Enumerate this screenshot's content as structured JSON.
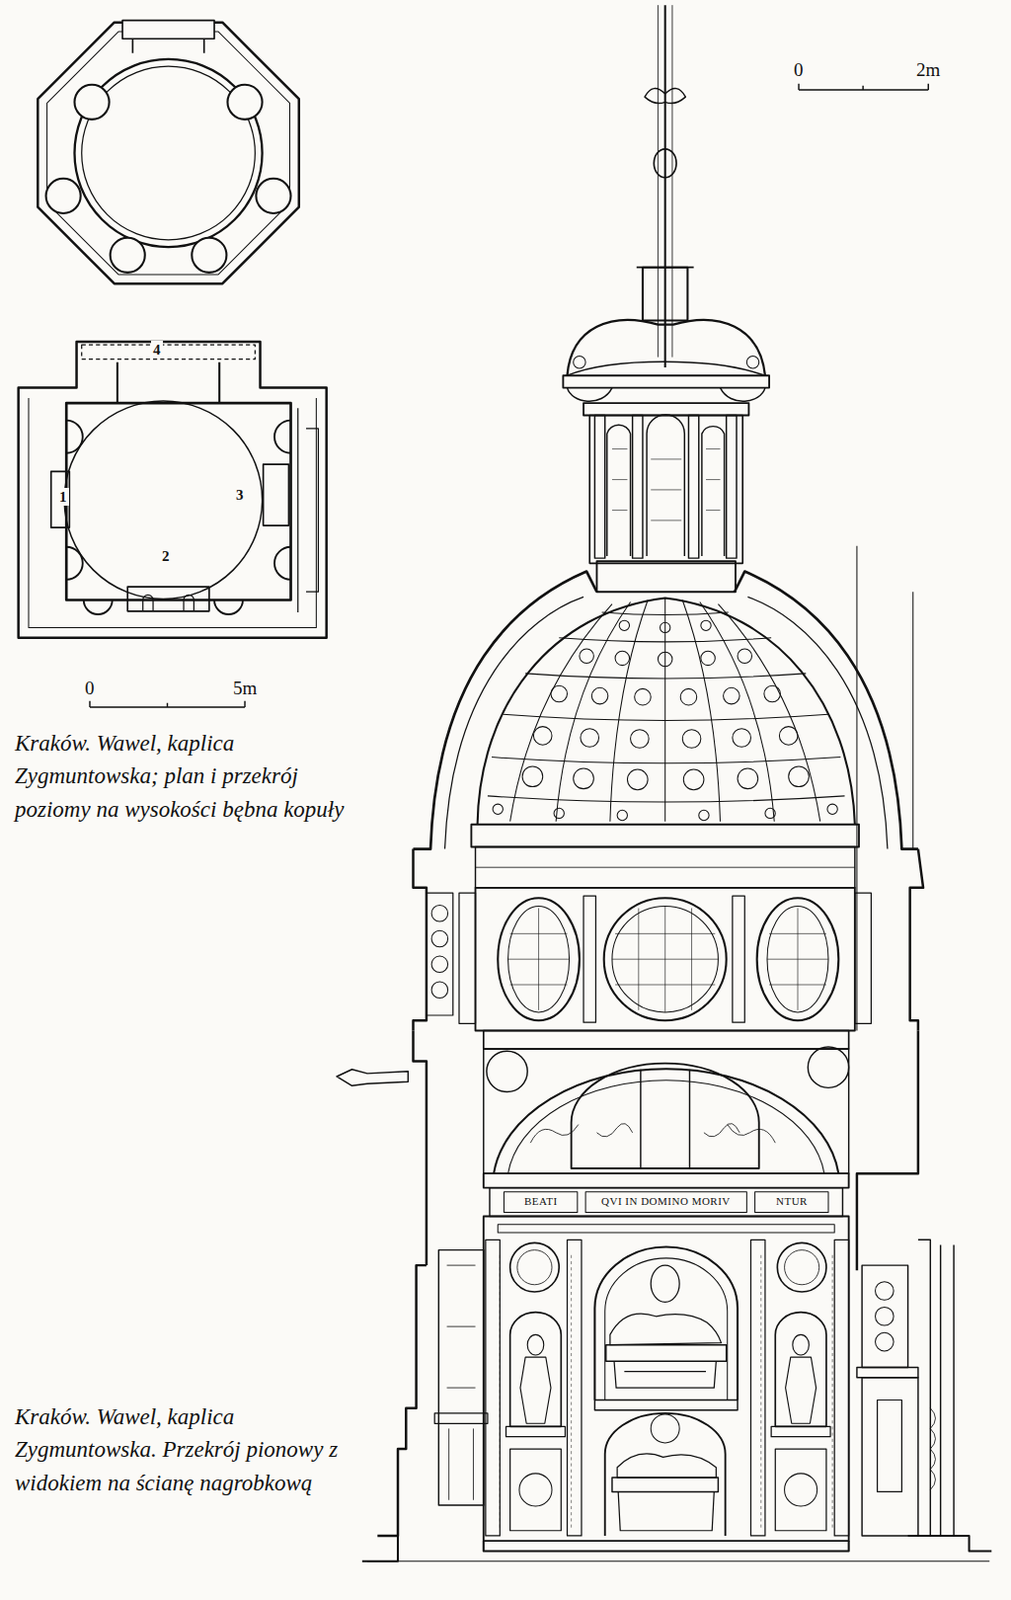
{
  "diagram": {
    "labels": [
      "0",
      "2m",
      "4",
      "1",
      "3",
      "2",
      "0",
      "5m",
      "Kraków. Wawel, kaplica Zygmuntowska; plan i przekrój poziomy na wysokości bębna kopuły",
      "BEATI",
      "QVI IN DOMINO MORIV",
      "NTUR",
      "Kraków. Wawel, kaplica Zygmuntowska. Przekrój pionowy z widokiem na ścianę nagrobkową"
    ]
  }
}
